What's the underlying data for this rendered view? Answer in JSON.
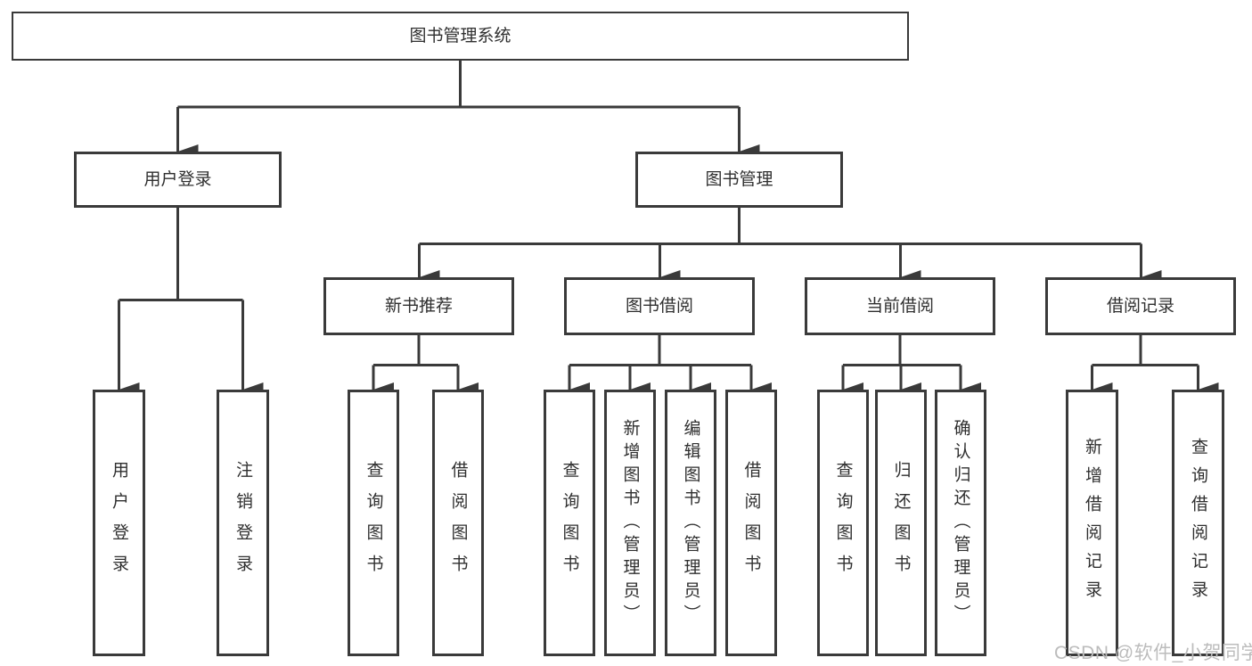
{
  "diagram": {
    "type": "hierarchy-tree",
    "colors": {
      "background": "#ffffff",
      "line": "#3a3a3a",
      "box_border": "#3a3a3a",
      "text": "#2f2f2f",
      "watermark_text": "#bcbcbc"
    },
    "root": {
      "label": "图书管理系统"
    },
    "login_branch": {
      "label": "用户登录",
      "children": [
        {
          "label": "用户登录"
        },
        {
          "label": "注销登录"
        }
      ]
    },
    "management_branch": {
      "label": "图书管理",
      "sections": [
        {
          "label": "新书推荐",
          "children": [
            {
              "label": "查询图书"
            },
            {
              "label": "借阅图书"
            }
          ]
        },
        {
          "label": "图书借阅",
          "children": [
            {
              "label": "查询图书"
            },
            {
              "label": "新增图书（管理员）"
            },
            {
              "label": "编辑图书（管理员）"
            },
            {
              "label": "借阅图书"
            }
          ]
        },
        {
          "label": "当前借阅",
          "children": [
            {
              "label": "查询图书"
            },
            {
              "label": "归还图书"
            },
            {
              "label": "确认归还（管理员）"
            }
          ]
        },
        {
          "label": "借阅记录",
          "children": [
            {
              "label": "新增借阅记录"
            },
            {
              "label": "查询借阅记录"
            }
          ]
        }
      ]
    },
    "watermark": "CSDN @软件_小贺同学"
  }
}
